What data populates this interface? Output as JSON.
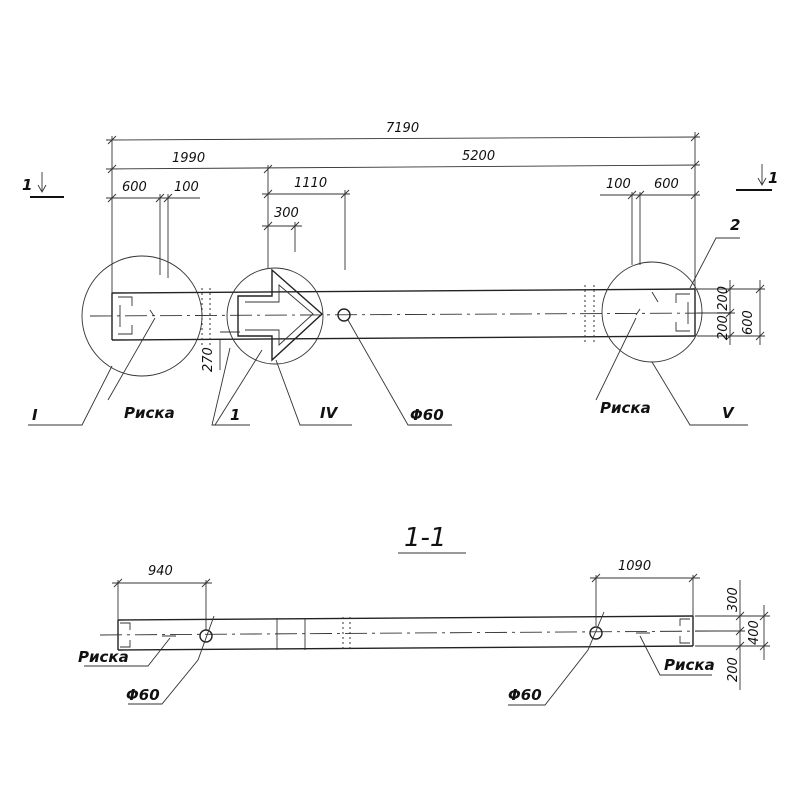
{
  "elevation": {
    "dims": {
      "total": "7190",
      "left_span": "1990",
      "right_span": "5200",
      "left_600": "600",
      "left_100": "100",
      "span_1110": "1110",
      "span_300": "300",
      "right_100": "100",
      "right_600": "600",
      "vert_270": "270",
      "vert_200_200": "200|200",
      "vert_600": "600"
    },
    "labels": {
      "section_mark_left": "1",
      "section_mark_right": "1",
      "node_I": "I",
      "node_IV": "IV",
      "node_V": "V",
      "risk_left": "Риска",
      "risk_right": "Риска",
      "part_1": "1",
      "part_2": "2",
      "hole_phi60": "Φ60"
    }
  },
  "section": {
    "title": "1-1",
    "dims": {
      "left_940": "940",
      "right_1090": "1090",
      "vert_300": "300",
      "vert_400": "400",
      "vert_200": "200"
    },
    "labels": {
      "risk_left": "Риска",
      "risk_right": "Риска",
      "hole_left": "Φ60",
      "hole_right": "Φ60"
    }
  }
}
